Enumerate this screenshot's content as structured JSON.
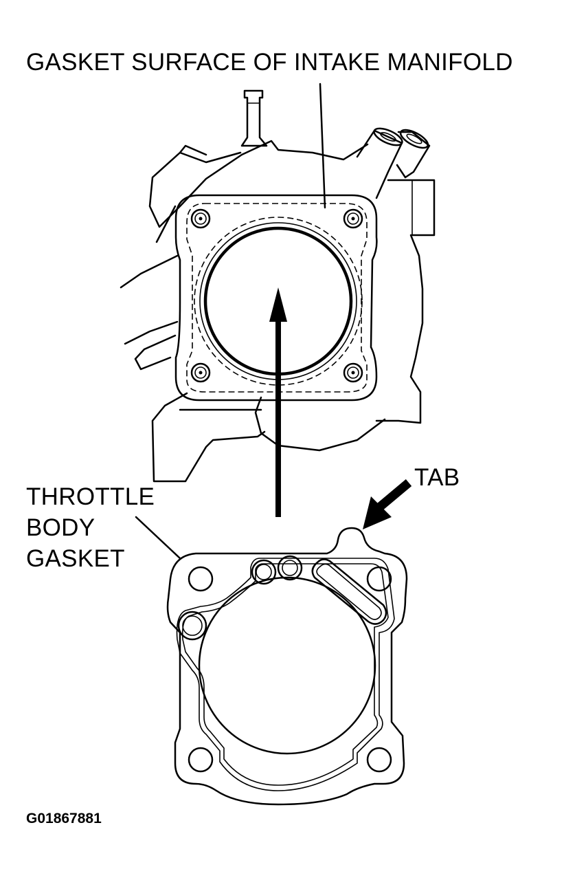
{
  "labels": {
    "manifold": "GASKET SURFACE OF INTAKE MANIFOLD",
    "tab": "TAB",
    "gasket_line1": "THROTTLE",
    "gasket_line2": "BODY",
    "gasket_line3": "GASKET",
    "figure_code": "G01867881"
  }
}
